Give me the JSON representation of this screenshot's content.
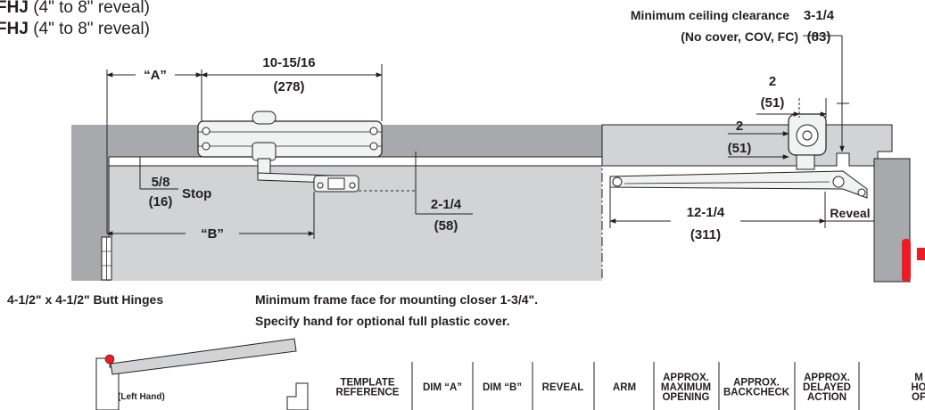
{
  "legend": {
    "line1_code": "FHJ",
    "line1_range": "(4\" to 8\" reveal)",
    "line2_code": "FHJ",
    "line2_range": "(4\" to 8\" reveal)"
  },
  "dimensions": {
    "a_label": "“A”",
    "b_label": "“B”",
    "closer_length": "10-15/16",
    "closer_length_mm": "(278)",
    "stop_fraction": "5/8",
    "stop_mm": "(16)",
    "stop_label": "Stop",
    "arm_drop": "2-1/4",
    "arm_drop_mm": "(58)",
    "arm_length": "12-1/4",
    "arm_length_mm": "(311)",
    "reveal_label": "Reveal",
    "side_width": "2",
    "side_width_mm": "(51)",
    "side_height": "2",
    "side_height_mm": "(51)",
    "ceiling_label": "Minimum ceiling clearance",
    "ceiling_sub": "(No cover, COV, FC)",
    "ceiling_value": "3-1/4",
    "ceiling_mm": "(83)"
  },
  "notes": {
    "hinges": "4-1/2\" x 4-1/2\" Butt Hinges",
    "frame_face": "Minimum frame face for mounting closer 1-3/4\".",
    "hand": "Specify hand for optional full plastic cover."
  },
  "footer": {
    "hand_label": "(Left Hand)",
    "table_headers": [
      [
        "TEMPLATE",
        "REFERENCE"
      ],
      [
        "DIM “A”"
      ],
      [
        "DIM “B”"
      ],
      [
        "REVEAL"
      ],
      [
        "ARM"
      ],
      [
        "APPROX.",
        "MAXIMUM",
        "OPENING"
      ],
      [
        "APPROX.",
        "BACKCHECK"
      ],
      [
        "APPROX.",
        "DELAYED",
        "ACTION"
      ],
      [
        "M",
        "HO",
        "OF"
      ]
    ]
  },
  "colors": {
    "frame": "#a7a9ac",
    "door": "#d1d3d4",
    "ink": "#231f20",
    "closer": "#f1f2f2",
    "accent_red": "#ed1c24"
  }
}
